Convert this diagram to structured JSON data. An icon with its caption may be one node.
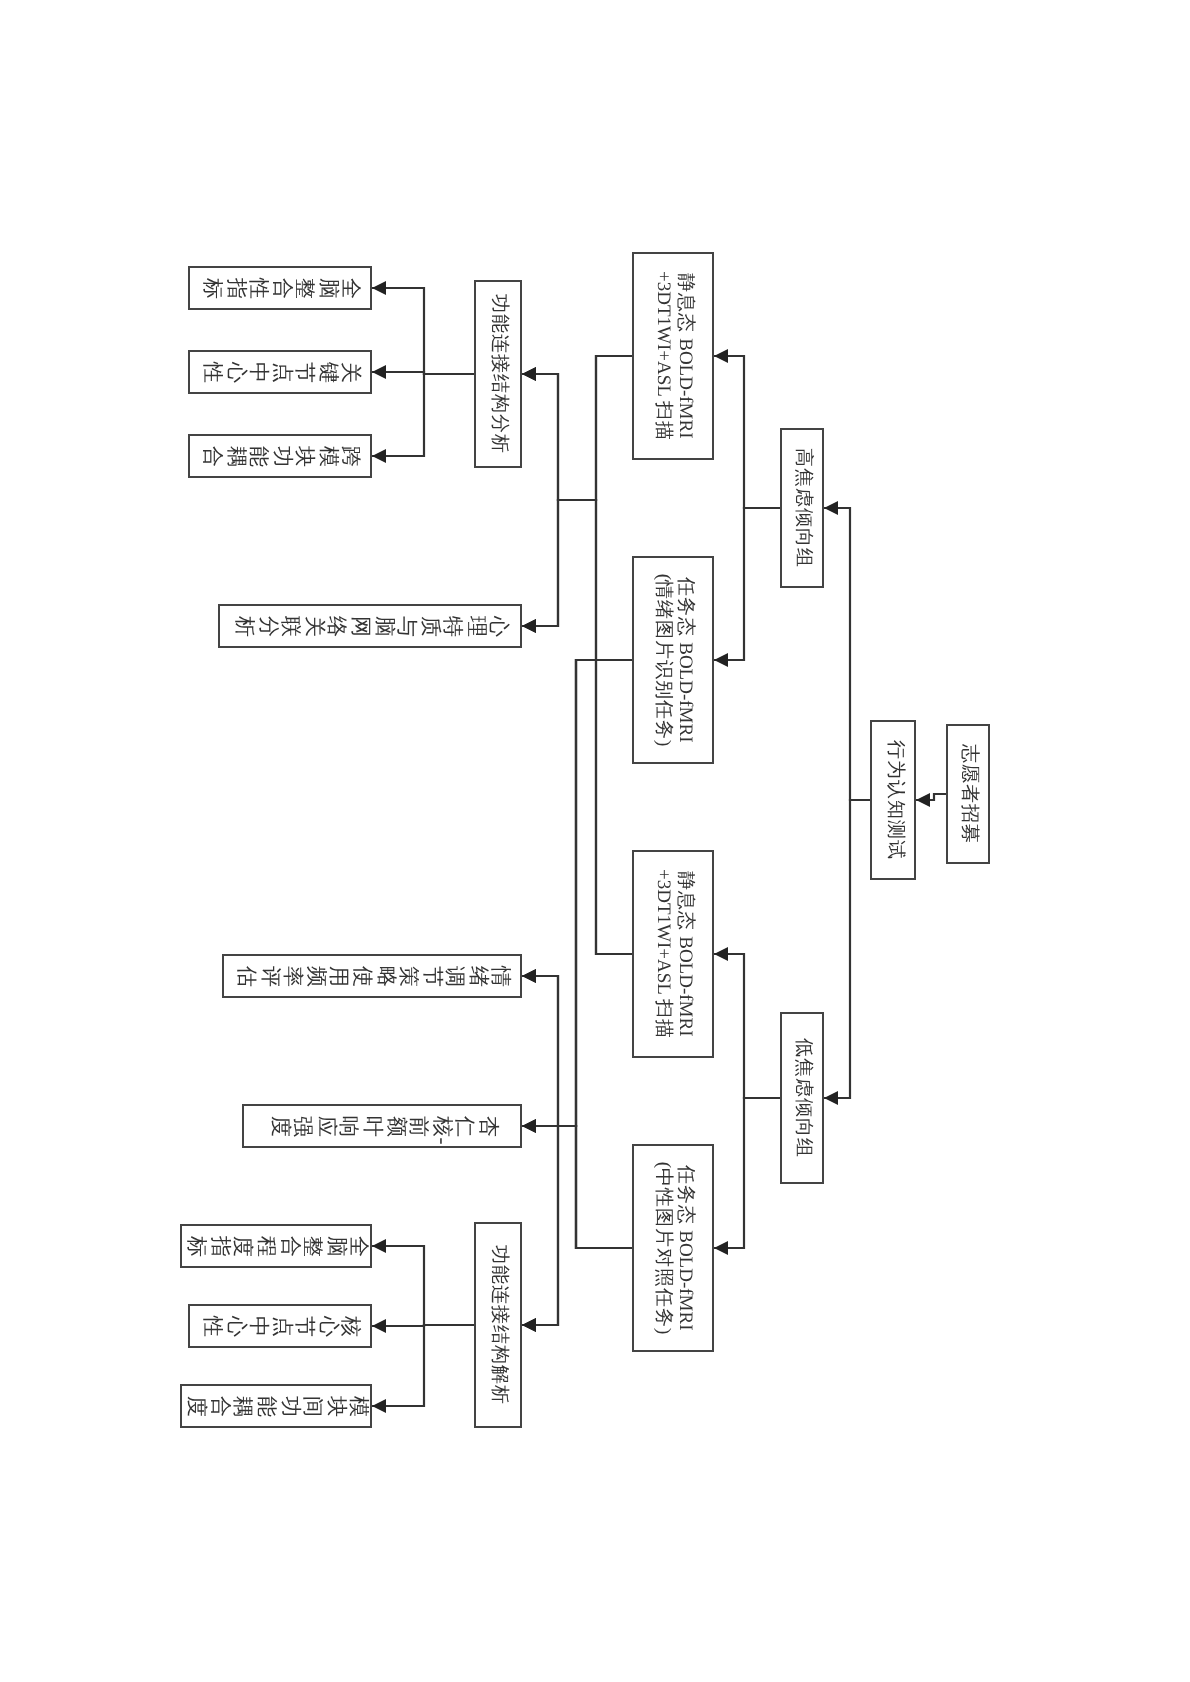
{
  "diagram": {
    "nodes": [
      {
        "text": [
          "志愿者招募"
        ]
      },
      {
        "text": [
          "行为认知测试"
        ]
      },
      {
        "text": [
          "高焦虑倾向组"
        ]
      },
      {
        "text": [
          "低焦虑倾向组"
        ]
      },
      {
        "text": [
          "静息态 BOLD-fMRI +3DT1WI+ASL 扫描"
        ]
      },
      {
        "text": [
          "任务态 BOLD-fMRI (情绪图片识别任务)"
        ]
      },
      {
        "text": [
          "静息态 BOLD-fMRI +3DT1WI+ASL 扫描"
        ]
      },
      {
        "text": [
          "任务态 BOLD-fMRI (中性图片对照任务)"
        ]
      },
      {
        "text": [
          "功能连接结构分析"
        ]
      },
      {
        "text": [
          "心理特质与脑网络关联分析"
        ]
      },
      {
        "text": [
          "全脑整合性指标"
        ]
      },
      {
        "text": [
          "关键节点中心性"
        ]
      },
      {
        "text": [
          "跨模块功能耦合"
        ]
      },
      {
        "text": [
          "情绪调节策略使用频率评估"
        ]
      },
      {
        "text": [
          "杏仁核-前额叶响应强度"
        ]
      },
      {
        "text": [
          "功能连接结构解析"
        ]
      },
      {
        "text": [
          "全脑整合程度指标"
        ]
      },
      {
        "text": [
          "核心节点中心性"
        ]
      },
      {
        "text": [
          "模块间功能耦合度"
        ]
      }
    ],
    "edges": [
      {
        "from": 0,
        "to": 1,
        "arrow": "to"
      },
      {
        "from": 1,
        "to": 2,
        "arrow": "to"
      },
      {
        "from": 1,
        "to": 3,
        "arrow": "to"
      },
      {
        "from": 2,
        "to": 4,
        "arrow": "to"
      },
      {
        "from": 2,
        "to": 5,
        "arrow": "to"
      },
      {
        "from": 3,
        "to": 6,
        "arrow": "to"
      },
      {
        "from": 3,
        "to": 7,
        "arrow": "to"
      },
      {
        "from": 4,
        "to": 8,
        "arrow": "to"
      },
      {
        "from": 4,
        "to": 9,
        "arrow": "to"
      },
      {
        "from": 6,
        "to": 8,
        "arrow": "to"
      },
      {
        "from": 6,
        "to": 9,
        "arrow": "to"
      },
      {
        "from": 5,
        "to": 13,
        "arrow": "to"
      },
      {
        "from": 5,
        "to": 14,
        "arrow": "to"
      },
      {
        "from": 5,
        "to": 15,
        "arrow": "to"
      },
      {
        "from": 7,
        "to": 13,
        "arrow": "to"
      },
      {
        "from": 7,
        "to": 14,
        "arrow": "to"
      },
      {
        "from": 7,
        "to": 15,
        "arrow": "to"
      },
      {
        "from": 8,
        "to": 10,
        "arrow": "to"
      },
      {
        "from": 8,
        "to": 11,
        "arrow": "to"
      },
      {
        "from": 8,
        "to": 12,
        "arrow": "to"
      },
      {
        "from": 15,
        "to": 16,
        "arrow": "to"
      },
      {
        "from": 15,
        "to": 17,
        "arrow": "to"
      },
      {
        "from": 15,
        "to": 18,
        "arrow": "to"
      }
    ]
  }
}
